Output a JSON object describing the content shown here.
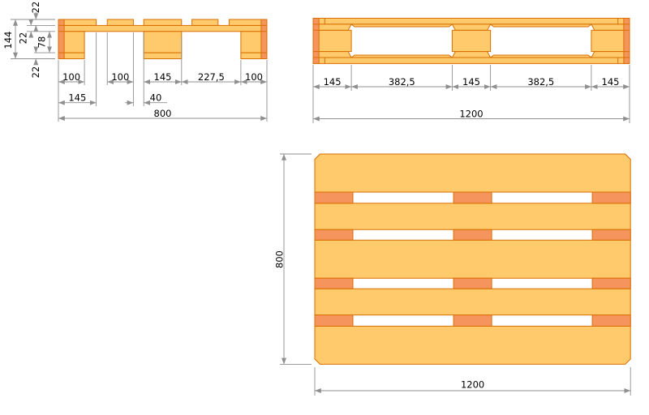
{
  "colors": {
    "wood": "#FFCA6B",
    "end_grain": "#F5945C",
    "outline": "#D96E00",
    "dim_line": "#8F8F8F",
    "text": "#000000",
    "background": "#FFFFFF"
  },
  "front_view": {
    "total_height": "144",
    "deck_thickness": "22",
    "cross_thickness": "22",
    "block_height": "78",
    "bottom_thickness": "22",
    "bottom_row1": [
      "100",
      "100",
      "145",
      "227,5",
      "100"
    ],
    "bottom_row2": [
      "145",
      "40"
    ],
    "total_width": "800"
  },
  "side_view": {
    "row1": [
      "145",
      "382,5",
      "145",
      "382,5",
      "145"
    ],
    "total_length": "1200"
  },
  "top_view": {
    "width": "800",
    "length": "1200"
  }
}
